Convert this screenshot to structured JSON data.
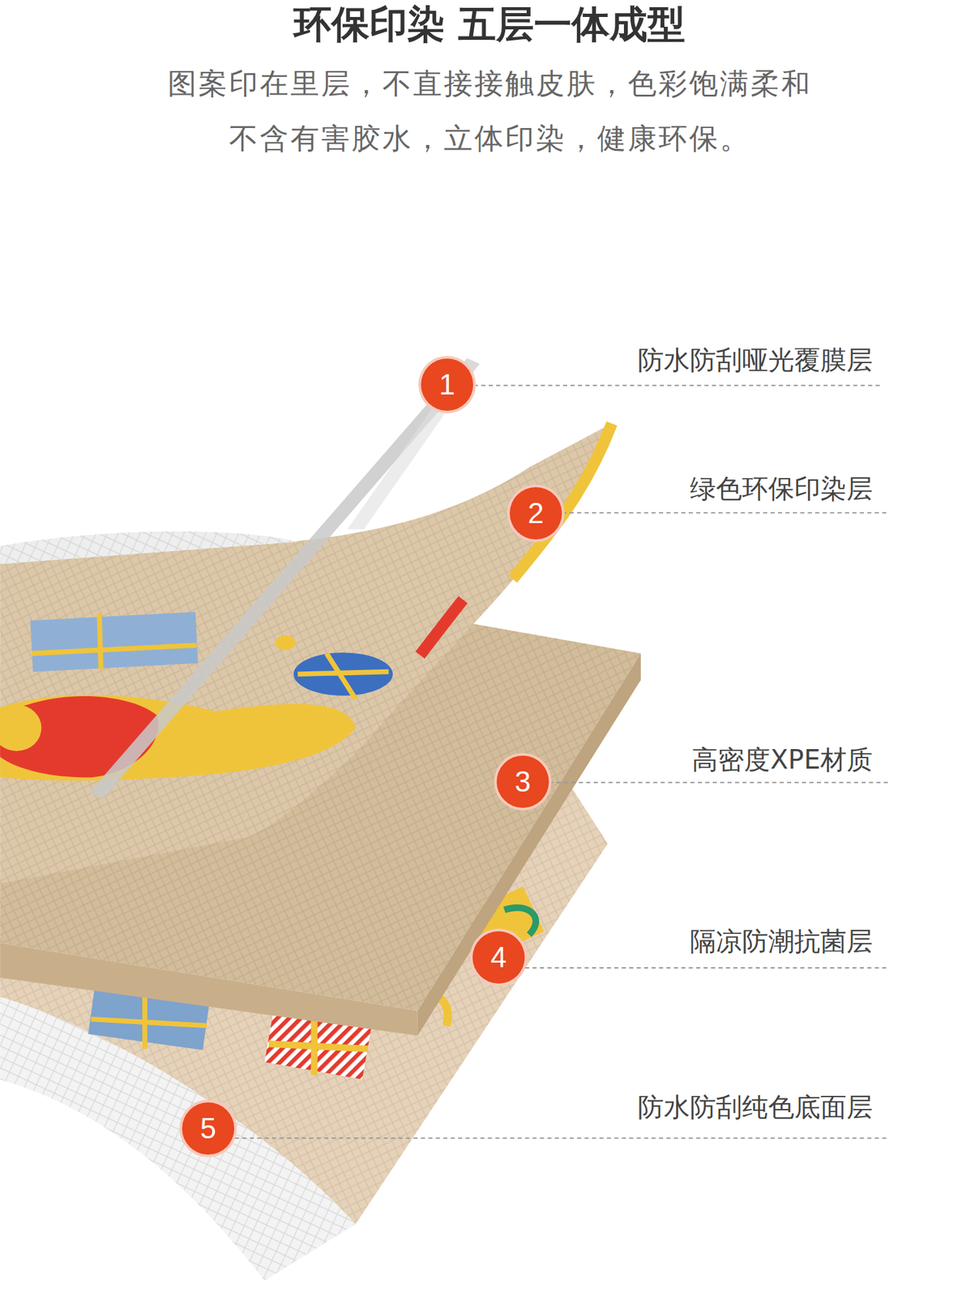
{
  "diagram": {
    "title": "环保印染 五层一体成型",
    "nodes": [
      {
        "text": [
          "1"
        ]
      },
      {
        "text": [
          "2"
        ]
      },
      {
        "text": [
          "3"
        ]
      },
      {
        "text": [
          "4"
        ]
      },
      {
        "text": [
          "5"
        ]
      }
    ],
    "labels": [
      "图案印在里层，不直接接触皮肤，色彩饱满柔和",
      "不含有害胶水，立体印染，健康环保。",
      "防水防刮哑光覆膜层",
      "绿色环保印染层",
      "高密度XPE材质",
      "隔凉防潮抗菌层",
      "防水防刮纯色底面层"
    ]
  }
}
